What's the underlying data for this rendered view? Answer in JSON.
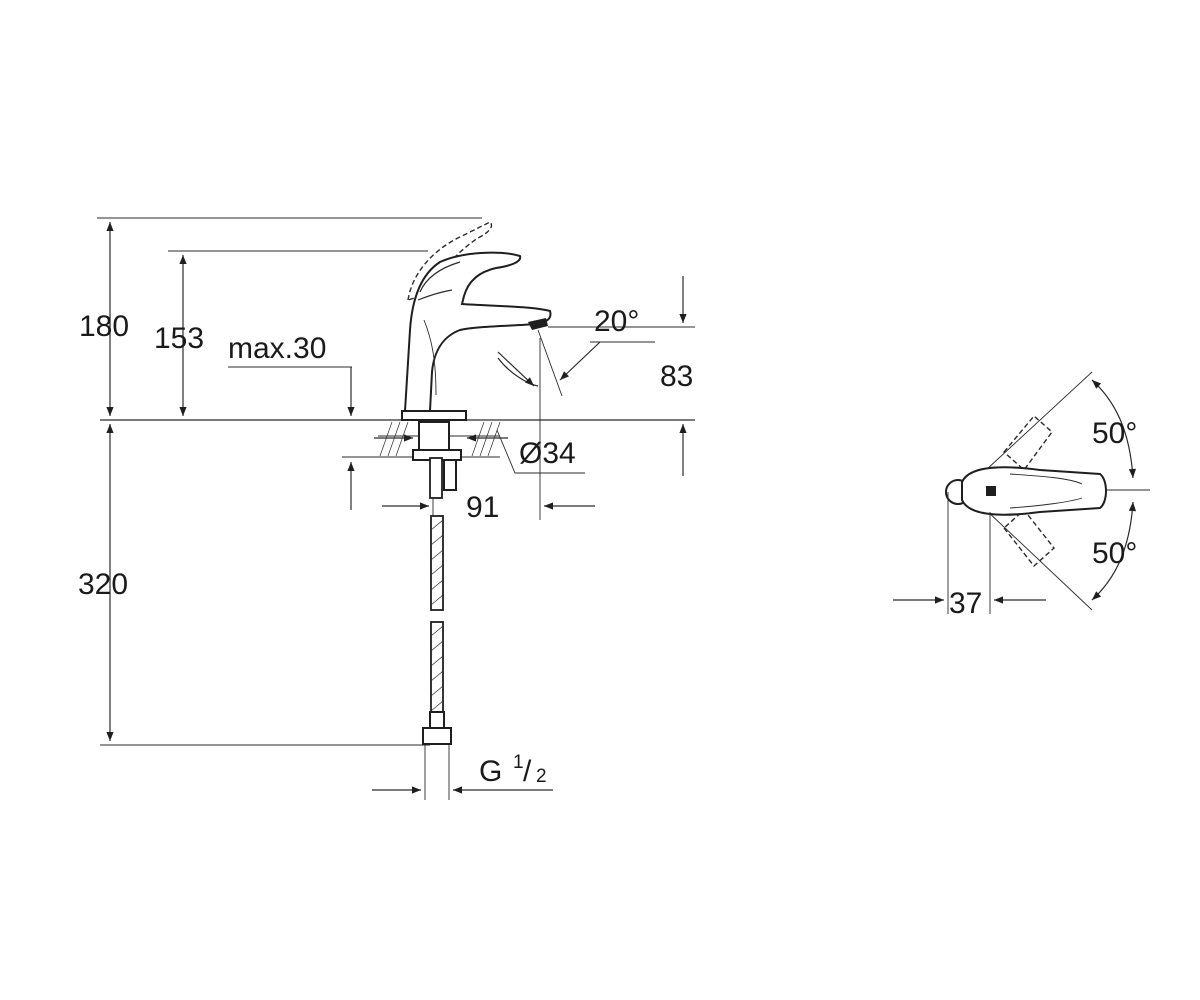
{
  "dimensions": {
    "height_total": "180",
    "height_handle": "153",
    "deck_thickness": "max.30",
    "spout_angle": "20°",
    "spout_height": "83",
    "base_diameter": "Ø34",
    "spout_reach": "91",
    "hose_length": "320",
    "thread": "G",
    "thread_num": "1",
    "thread_den": "2",
    "handle_swing_upper": "50°",
    "handle_swing_lower": "50°",
    "handle_offset": "37"
  },
  "colors": {
    "line": "#2b2b2b",
    "background": "#ffffff"
  }
}
